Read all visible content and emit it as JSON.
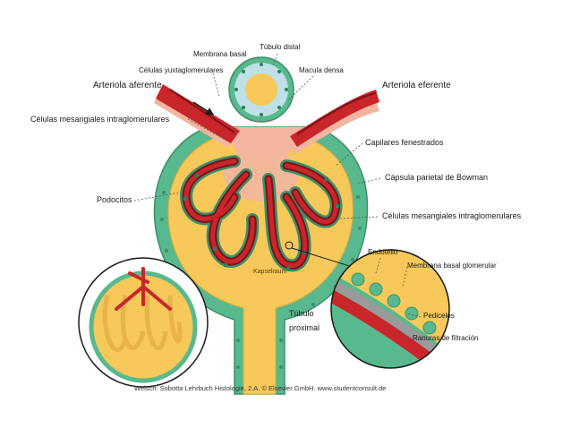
{
  "labels": {
    "membrana_basal": "Membrana basal",
    "tubulo_distal": "Túbulo distal",
    "celulas_yuxtaglomerulares": "Células yuxtaglomerulares",
    "macula_densa": "Macula densa",
    "arteriola_aferente": "Arteriola aferente",
    "arteriola_eferente": "Arteriola eferente",
    "mesangiales_left": "Células mesangiales intraglomerulares",
    "capilares_fenestrados": "Capilares fenestrados",
    "capsula_parietal": "Cápsula parietal de Bowman",
    "podocitos": "Podocitos",
    "mesangiales_right": "Células mesangiales intraglomerulares",
    "endotelio": "Endotelio",
    "membrana_basal_glomerular": "Membrana basal glomerular",
    "kapselraum": "Kapselraum",
    "tubulo_proximal_line1": "Túbulo",
    "tubulo_proximal_line2": "proximal",
    "pedicelos": "Pedicelos",
    "ranuras": "Ranuras de filtración"
  },
  "credit": "Welsch: Sobotta Lehrbuch Histologie, 2.A. © Elsevier GmbH. www.studentconsult.de",
  "colors": {
    "capsule_green": "#58b98e",
    "capsule_space": "#f6c95a",
    "vessel_red": "#c8262a",
    "vessel_dark": "#7a1418",
    "cell_pink": "#f2b6a0",
    "tubule_blue": "#bfe0e6"
  }
}
